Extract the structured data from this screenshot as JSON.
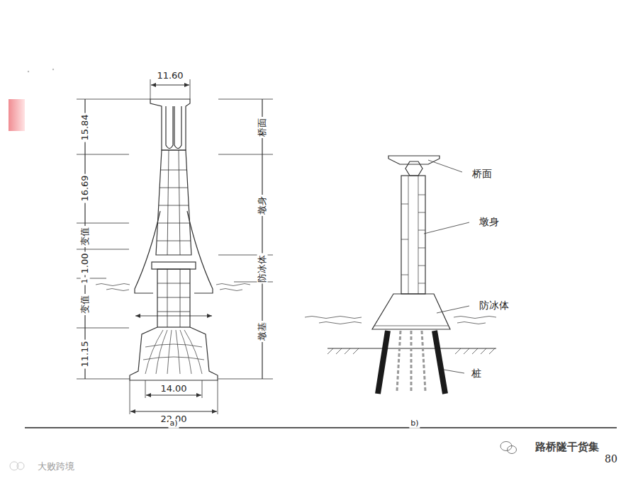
{
  "diagram": {
    "labels": [
      "11.60",
      "15.84",
      "16.69",
      "变值",
      "1.00",
      "1",
      "变值",
      "11.15",
      "14.00",
      "22.00",
      "a)",
      "桥面",
      "墩身",
      "防冰体",
      "墩基",
      "b)",
      "桥面",
      "墩身",
      "防冰体",
      "桩",
      "路桥隧干货集",
      "大败跨境",
      "80"
    ]
  }
}
